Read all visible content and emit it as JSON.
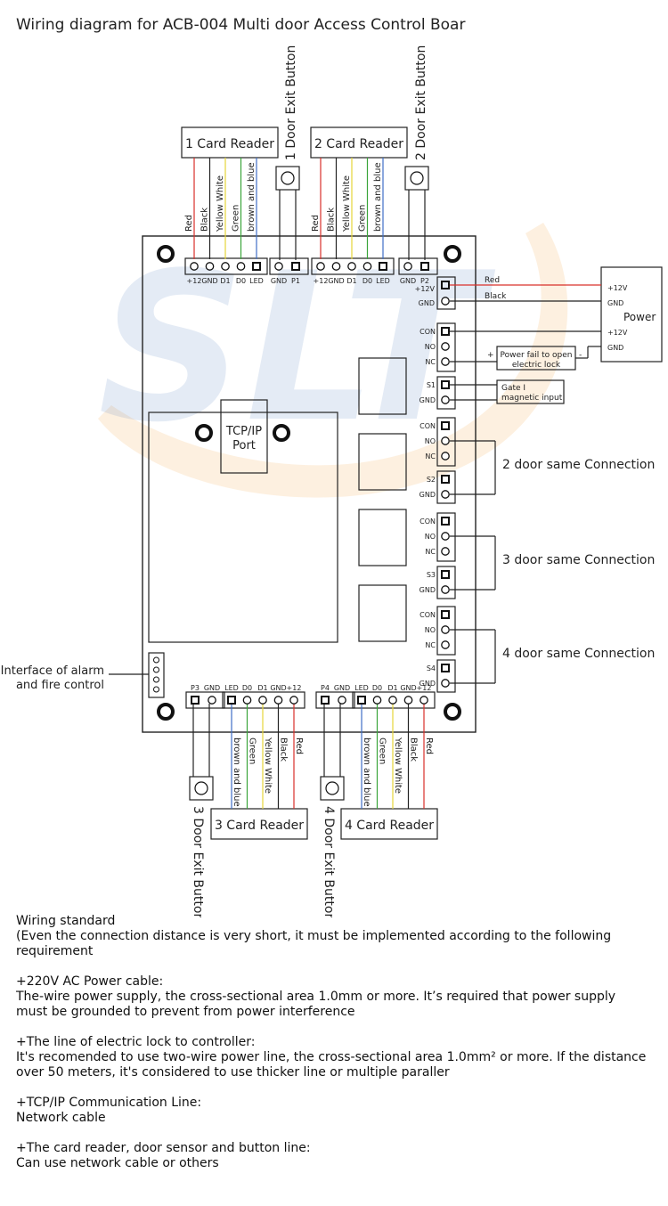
{
  "title": "Wiring diagram for ACB-004 Multi door Access Control Boar",
  "watermark": "SLT",
  "readers": [
    {
      "label": "1 Card Reader",
      "wires": [
        "Red",
        "Black",
        "Yellow White",
        "Green",
        "brown and blue"
      ],
      "pins": [
        "+12",
        "GND",
        "D1",
        "D0",
        "LED"
      ]
    },
    {
      "label": "2 Card Reader",
      "wires": [
        "Red",
        "Black",
        "Yellow White",
        "Green",
        "brown and blue"
      ],
      "pins": [
        "+12",
        "GND",
        "D1",
        "D0",
        "LED"
      ]
    },
    {
      "label": "3  Card Reader",
      "wires": [
        "brown and blue",
        "Green",
        "Yellow White",
        "Black",
        "Red"
      ],
      "pins": [
        "LED",
        "D0",
        "D1",
        "GND",
        "+12"
      ]
    },
    {
      "label": "4  Card Reader",
      "wires": [
        "brown and blue",
        "Green",
        "Yellow White",
        "Black",
        "Red"
      ],
      "pins": [
        "LED",
        "D0",
        "D1",
        "GND",
        "+12"
      ]
    }
  ],
  "exit_buttons": [
    "1 Door Exit Button",
    "2 Door Exit Button",
    "3 Door Exit Button",
    "4 Door Exit Button"
  ],
  "exit_pins": [
    [
      "GND",
      "P1"
    ],
    [
      "GND",
      "P2"
    ],
    [
      "P3",
      "GND"
    ],
    [
      "P4",
      "GND"
    ]
  ],
  "power": {
    "label": "Power",
    "pins": [
      "+12V",
      "GND",
      "+12V",
      "GND"
    ],
    "board_pins": [
      "+12V",
      "GND"
    ],
    "wire_labels": [
      "Red",
      "Black"
    ]
  },
  "relays": [
    {
      "pins": [
        "CON",
        "NO",
        "NC"
      ],
      "sensor": [
        "S1",
        "GND"
      ]
    },
    {
      "pins": [
        "CON",
        "NO",
        "NC"
      ],
      "sensor": [
        "S2",
        "GND"
      ],
      "note": "2 door same Connection"
    },
    {
      "pins": [
        "CON",
        "NO",
        "NC"
      ],
      "sensor": [
        "S3",
        "GND"
      ],
      "note": "3 door same Connection"
    },
    {
      "pins": [
        "CON",
        "NO",
        "NC"
      ],
      "sensor": [
        "S4",
        "GND"
      ],
      "note": "4 door same Connection"
    }
  ],
  "lock_box": {
    "plus": "+",
    "text": [
      "Power fail to open",
      "electric lock"
    ],
    "minus": "-"
  },
  "gate_box": [
    "Gate I",
    "magnetic input"
  ],
  "tcp_port": [
    "TCP/IP",
    "Port"
  ],
  "alarm_interface": [
    "Interface of alarm",
    "and fire control"
  ],
  "notes": [
    [
      "Wiring standard",
      "(Even the connection distance is very short, it must be implemented according to the following requirement"
    ],
    [
      "+220V AC Power cable:",
      "The-wire power supply, the cross-sectional area 1.0mm or more. It’s required that power supply must be grounded to prevent from power interference"
    ],
    [
      "+The line of electric lock to controller:",
      "It's recomended to use two-wire power line, the cross-sectional area 1.0mm² or more. If the distance over 50 meters, it's considered to use thicker line or multiple paraller"
    ],
    [
      "+TCP/IP Communication Line:",
      "Network cable"
    ],
    [
      "+The card reader, door sensor and button line:",
      "Can use network cable or others"
    ]
  ],
  "colors": {
    "red": "#d9302a",
    "black": "#222222",
    "yellow": "#e5d63a",
    "green": "#3aa53a",
    "blue": "#3f6fc6",
    "watermark_blue": "#1f57a8",
    "watermark_orange": "#f2a33a"
  }
}
